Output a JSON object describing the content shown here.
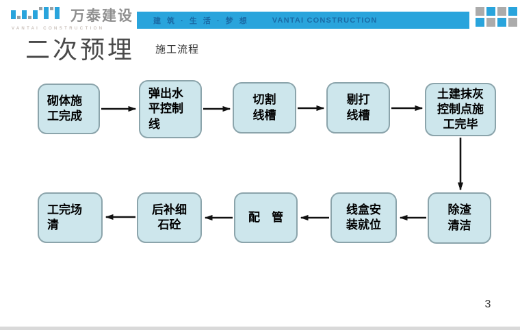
{
  "header": {
    "logo": {
      "company_name": "万泰建设",
      "company_subtext": "VANTAI CONSTRUCTION"
    },
    "banner": {
      "slogan": "建 筑 · 生 活 · 梦 想",
      "company": "VANTAI CONSTRUCTION"
    }
  },
  "title": {
    "main": "二次预埋",
    "sub": "施工流程"
  },
  "flowchart": {
    "row1": [
      {
        "label": "砌体施\n工完成"
      },
      {
        "label": "弹出水\n平控制\n线"
      },
      {
        "label": "切割\n线槽"
      },
      {
        "label": "剔打\n线槽"
      },
      {
        "label": "土建抹灰\n控制点施\n工完毕"
      }
    ],
    "row2": [
      {
        "label": "工完场\n清"
      },
      {
        "label": "后补细\n石砼"
      },
      {
        "label": "配　管"
      },
      {
        "label": "线盒安\n装就位"
      },
      {
        "label": "除渣\n清洁"
      }
    ]
  },
  "page_number": "3",
  "theme": {
    "accent_blue": "#29a4dc",
    "banner_text_blue": "#1a6aa5",
    "square_gray": "#ababab",
    "box_fill": "#cde6ec",
    "box_border": "#8ba4ab",
    "arrow_color": "#111111",
    "footer_bar_gray": "#d9d9d9"
  }
}
